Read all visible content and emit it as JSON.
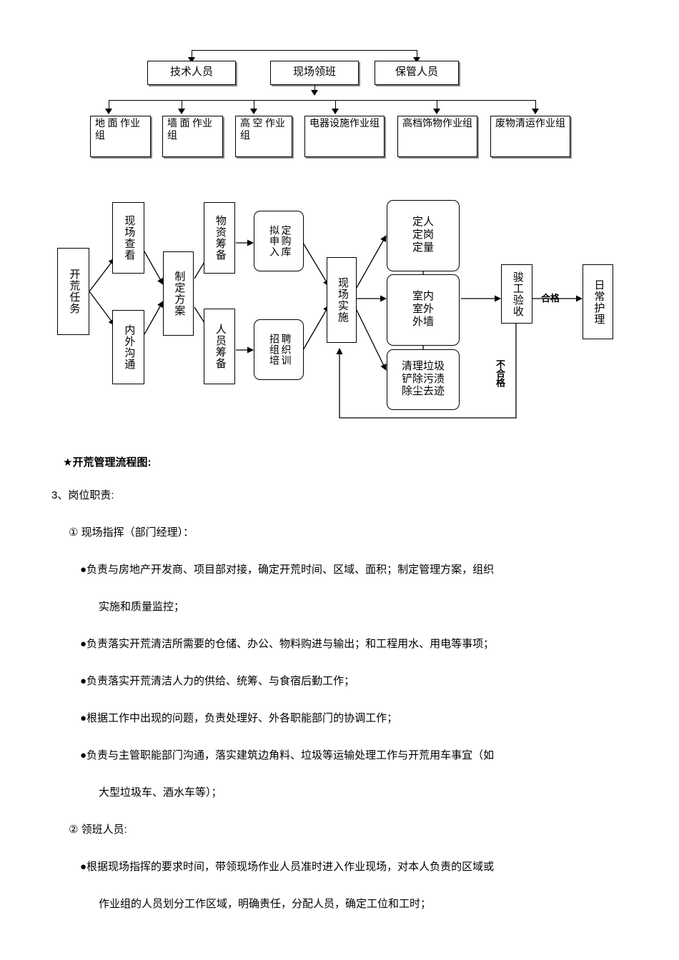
{
  "org_chart": {
    "row1": [
      {
        "label": "技术人员"
      },
      {
        "label": "现场领班"
      },
      {
        "label": "保管人员"
      }
    ],
    "row2": [
      {
        "label": "地 面 作业组"
      },
      {
        "label": "墙 面 作业组"
      },
      {
        "label": "高 空 作业组"
      },
      {
        "label": "电器设施作业组"
      },
      {
        "label": "高档饰物作业组"
      },
      {
        "label": "废物清运作业组"
      }
    ]
  },
  "flowchart": {
    "nodes": {
      "start": "开荒任务",
      "survey": "现场查看",
      "communicate": "内外沟通",
      "plan": "制定方案",
      "material_prep": "物资筹备",
      "staff_prep": "人员筹备",
      "purchase_col1": "拟申入",
      "purchase_col2": "定购库",
      "recruit_col1": "招组培",
      "recruit_col2": "聘织训",
      "onsite": "现场实施",
      "quota_l1": "定人",
      "quota_l2": "定岗",
      "quota_l3": "定量",
      "area_l1": "室内",
      "area_l2": "室外",
      "area_l3": "外墙",
      "clean_l1": "清理垃圾",
      "clean_l2": "铲除污渍",
      "clean_l3": "除尘去迹",
      "acceptance": "骏工验收",
      "maintenance": "日常护理"
    },
    "edge_labels": {
      "pass": "合格",
      "fail": "不合格"
    }
  },
  "document": {
    "heading": "★开荒管理流程图:",
    "section_title": "3、岗位职责:",
    "item1_title": "① 现场指挥（部门经理）：",
    "item1_bullets": [
      "●负责与房地产开发商、项目部对接，确定开荒时间、区域、面积；制定管理方案，组织",
      "实施和质量监控；",
      "●负责落实开荒清洁所需要的仓储、办公、物料购进与输出；和工程用水、用电等事项；",
      "●负责落实开荒清洁人力的供给、统筹、与食宿后勤工作；",
      "●根据工作中出现的问题，负责处理好、外各职能部门的协调工作；",
      "●负责与主管职能部门沟通，落实建筑边角料、垃圾等运输处理工作与开荒用车事宜（如",
      "大型垃圾车、酒水车等）；"
    ],
    "item2_title": "② 领班人员:",
    "item2_bullets": [
      "●根据现场指挥的要求时间，带领现场作业人员准时进入作业现场，对本人负责的区域或",
      "作业组的人员划分工作区域，明确责任，分配人员，确定工位和工时；"
    ]
  },
  "colors": {
    "line": "#000000",
    "box_border": "#000000",
    "box_shadow": "#8a8a8a",
    "background": "#ffffff"
  }
}
